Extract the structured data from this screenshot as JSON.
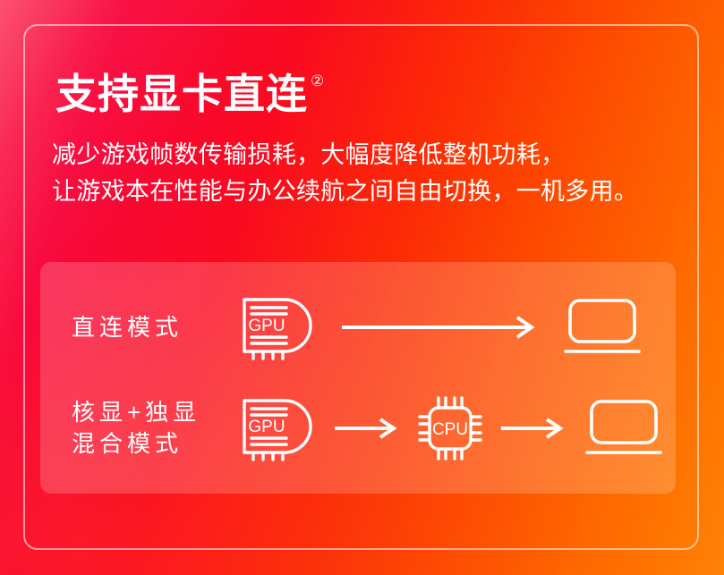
{
  "heading": {
    "title": "支持显卡直连",
    "footnote_marker": "②"
  },
  "subtitle": {
    "line1": "减少游戏帧数传输损耗，大幅度降低整机功耗，",
    "line2": "让游戏本在性能与办公续航之间自由切换，一机多用。"
  },
  "diagram": {
    "rows": [
      {
        "id": "direct",
        "label_line1": "直连模式",
        "label_line2": "",
        "nodes": [
          "GPU",
          "LAPTOP"
        ],
        "gpu_text": "GPU"
      },
      {
        "id": "hybrid",
        "label_line1": "核显+独显",
        "label_line2": "混合模式",
        "nodes": [
          "GPU",
          "CPU",
          "LAPTOP"
        ],
        "gpu_text": "GPU",
        "cpu_text": "CPU"
      }
    ]
  },
  "colors": {
    "gradient_start": "#FB2F55",
    "gradient_mid": "#FA0A20",
    "gradient_end": "#FF8204",
    "foreground": "#FFFFFF",
    "card_overlay": "rgba(255,255,255,0.19)",
    "frame_border": "rgba(255,255,255,0.55)"
  }
}
